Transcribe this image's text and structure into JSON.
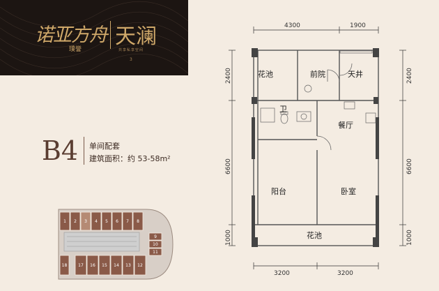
{
  "brand": {
    "project_name": "诺亚方舟",
    "project_sub": "璞誉",
    "product_name": "天澜",
    "small_line": "共享私享空间",
    "mark": "3"
  },
  "unit": {
    "code": "B4",
    "type_label": "单间配套",
    "area_label": "建筑面积：约 53-58m²"
  },
  "rooms": {
    "flower_bed_top": "花池",
    "front_yard": "前院",
    "light_well": "天井",
    "bathroom": "卫",
    "dining": "餐厅",
    "balcony": "阳台",
    "bedroom": "卧室",
    "flower_bed_bottom": "花池"
  },
  "dimensions": {
    "top_left": "4300",
    "top_right": "1900",
    "left_top": "2400",
    "left_middle": "6600",
    "left_bottom": "1000",
    "right_top": "2400",
    "right_middle": "6600",
    "right_bottom": "1000",
    "bottom_left": "3200",
    "bottom_right": "3200"
  },
  "keyplan": {
    "top_units": [
      "1",
      "2",
      "3",
      "4",
      "5",
      "6",
      "7",
      "8"
    ],
    "right_units": [
      "9",
      "10",
      "11"
    ],
    "bottom_units": [
      "12",
      "13",
      "14",
      "15",
      "16",
      "17"
    ],
    "left_units": [
      "18"
    ],
    "colors": {
      "unit_fill": "#8a5a48",
      "highlight": "#b58a74",
      "core": "#cfcfcf"
    }
  }
}
